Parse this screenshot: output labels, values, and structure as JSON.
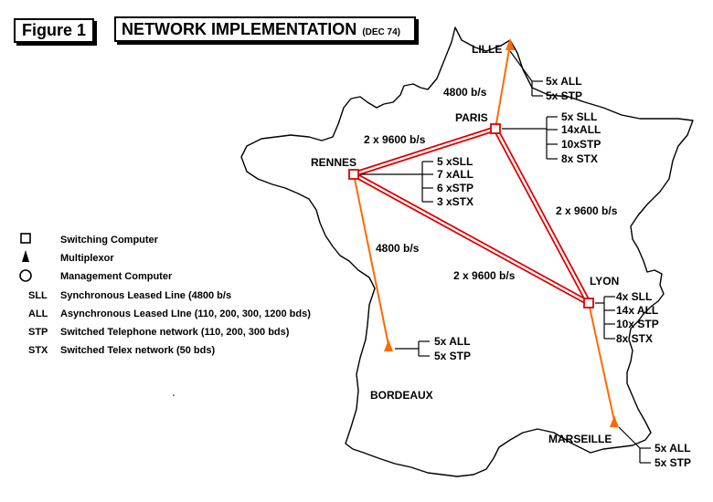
{
  "figure_label": "Figure 1",
  "title": "NETWORK IMPLEMENTATION",
  "title_date": "(DEC 74)",
  "colors": {
    "red_link": "#e00000",
    "orange_link": "#ff6a00",
    "black": "#000000"
  },
  "nodes": {
    "lille": {
      "name": "LILLE",
      "type": "multiplexor",
      "lines": [
        "5x ALL",
        "5x STP"
      ]
    },
    "paris": {
      "name": "PARIS",
      "type": "switching",
      "lines": [
        "5x SLL",
        "14xALL",
        "10xSTP",
        "8x STX"
      ]
    },
    "rennes": {
      "name": "RENNES",
      "type": "switching",
      "lines": [
        "5 xSLL",
        "7 xALL",
        "6 xSTP",
        "3 xSTX"
      ]
    },
    "lyon": {
      "name": "LYON",
      "type": "switching",
      "lines": [
        "4x SLL",
        "14x ALL",
        "10x STP",
        "8x STX"
      ]
    },
    "bordeaux": {
      "name": "BORDEAUX",
      "type": "multiplexor",
      "lines": [
        "5x ALL",
        "5x STP"
      ]
    },
    "marseille": {
      "name": "MARSEILLE",
      "type": "multiplexor",
      "lines": [
        "5x ALL",
        "5x STP"
      ]
    }
  },
  "links": [
    {
      "from": "paris",
      "to": "lille",
      "label": "4800 b/s",
      "kind": "orange"
    },
    {
      "from": "rennes",
      "to": "paris",
      "label": "2 x 9600 b/s",
      "kind": "red"
    },
    {
      "from": "paris",
      "to": "lyon",
      "label": "2 x 9600 b/s",
      "kind": "red"
    },
    {
      "from": "rennes",
      "to": "lyon",
      "label": "2 x 9600 b/s",
      "kind": "red"
    },
    {
      "from": "rennes",
      "to": "bordeaux",
      "label": "4800 b/s",
      "kind": "orange"
    },
    {
      "from": "lyon",
      "to": "marseille",
      "label": "",
      "kind": "orange"
    }
  ],
  "legend": {
    "symbols": [
      {
        "icon": "square-icon",
        "text": "Switching  Computer"
      },
      {
        "icon": "triangle-icon",
        "text": "Multiplexor"
      },
      {
        "icon": "circle-icon",
        "text": "Management  Computer"
      }
    ],
    "abbreviations": [
      {
        "abbr": "SLL",
        "text": "Synchronous Leased Line (4800 b/s"
      },
      {
        "abbr": "ALL",
        "text": "Asynchronous Leased LIne (110, 200, 300, 1200 bds)"
      },
      {
        "abbr": "STP",
        "text": "Switched  Telephone  network  (110, 200, 300 bds)"
      },
      {
        "abbr": "STX",
        "text": "Switched Telex  network  (50 bds)"
      }
    ]
  }
}
